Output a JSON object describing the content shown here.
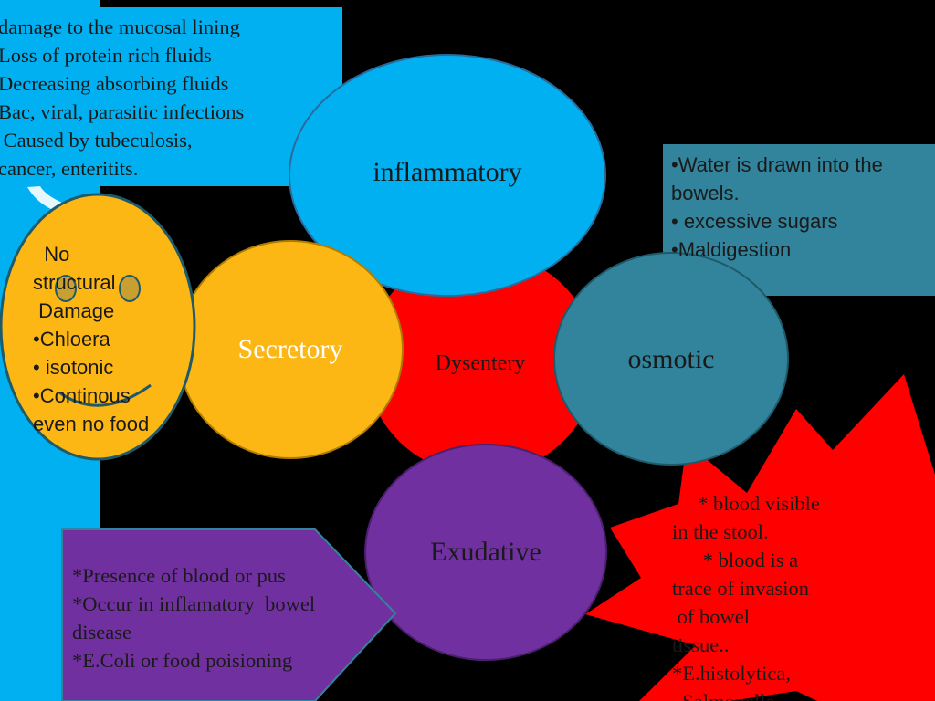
{
  "colors": {
    "background": "#000000",
    "cyan": "#00b0f0",
    "yellow": "#fcb714",
    "red": "#ff0000",
    "teal": "#31849b",
    "purple": "#7030a0"
  },
  "center": {
    "label": "Dysentery"
  },
  "inflammatory": {
    "label": "inflammatory",
    "notes": [
      "damage to the mucosal lining",
      "Loss of protein rich fluids",
      "Decreasing absorbing fluids",
      "Bac, viral, parasitic infections",
      " Caused by tubeculosis,",
      "cancer, enteritits."
    ]
  },
  "secretory": {
    "label": "Secretory",
    "notes": [
      "  No",
      "structural",
      " Damage",
      "•Chloera",
      "• isotonic",
      "•Continous",
      "even no food"
    ]
  },
  "osmotic": {
    "label": "osmotic",
    "notes": [
      "•Water is drawn into the",
      "bowels.",
      "• excessive sugars",
      "•Maldigestion"
    ]
  },
  "exudative": {
    "label": "Exudative",
    "notes": [
      "*Presence of blood or pus",
      "*Occur in inflamatory  bowel",
      "disease",
      "*E.Coli or food poisioning"
    ],
    "burst_notes": [
      "     * blood visible",
      "in the stool.",
      "      * blood is a",
      "trace of invasion",
      " of bowel",
      "tissue..",
      "*E.histolytica,",
      "  Salmonella"
    ]
  }
}
